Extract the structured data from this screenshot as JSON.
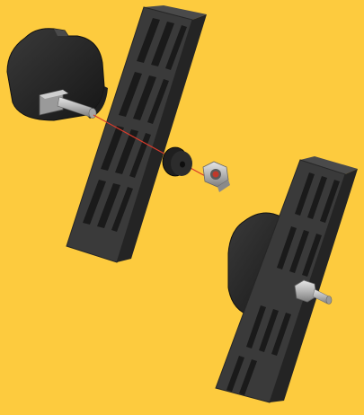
{
  "illustration": {
    "kind": "exploded assembly view",
    "parts": [
      "rubber-bumper",
      "square-carriage-bolt",
      "perforated-steel-rail",
      "rubber-spacer-washer",
      "nylon-lock-nut"
    ],
    "views": [
      "exploded",
      "assembled"
    ]
  },
  "colors": {
    "background": "#FDCB3E",
    "rail": "#3A3A3A",
    "rail_slot": "#1A1A1A",
    "rubber": "#262626",
    "metal": "#B5B5B5",
    "guide_line": "#D93A2B",
    "nylon_insert": "#C0392B"
  }
}
